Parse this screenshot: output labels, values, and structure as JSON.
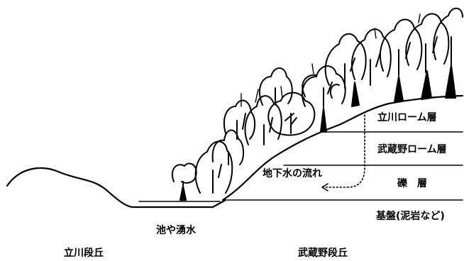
{
  "colors": {
    "ink": "#000000",
    "paper": "#ffffff"
  },
  "layers": {
    "tachikawa_loam": "立川ローム層",
    "musashino_loam": "武蔵野ローム層",
    "gravel": "礫　層",
    "bedrock": "基盤(泥岩など)"
  },
  "annotations": {
    "groundwater_flow": "地下水の流れ",
    "pond_spring": "池や湧水"
  },
  "terraces": {
    "tachikawa": "立川段丘",
    "musashino": "武蔵野段丘"
  },
  "icons": {
    "flow_arrow": "dotted-arrow-icon",
    "trees": "tree-icon"
  }
}
